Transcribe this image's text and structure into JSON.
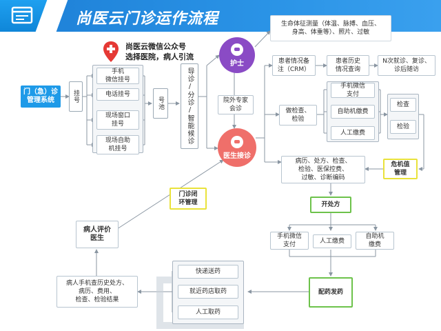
{
  "header": {
    "title": "尚医云门诊运作流程"
  },
  "entry": {
    "label": "门（急）诊\n管理系统"
  },
  "guahao": {
    "label": "挂号"
  },
  "register_methods": [
    {
      "label": "手机\n微信挂号"
    },
    {
      "label": "电话挂号"
    },
    {
      "label": "现场窗口\n挂号"
    },
    {
      "label": "现场自助\n机挂号"
    }
  ],
  "haochi": {
    "label": "号池"
  },
  "triage": {
    "label": "导诊/分诊/智能候诊"
  },
  "wechat": {
    "line1": "尚医云微信公众号",
    "line2": "选择医院，病人引流"
  },
  "nurse": {
    "label": "护士"
  },
  "vitals": {
    "label": "生命体征测量（体温、脉搏、血压、\n身高、体重等）、照片、过敏"
  },
  "expert": {
    "label": "院外专家\n会诊"
  },
  "doctor": {
    "label": "医生接诊"
  },
  "crm": {
    "label": "患者情况备\n注（CRM）"
  },
  "history_query": {
    "label": "患者历史\n情况查询"
  },
  "followup": {
    "label": "N次就诊、复诊、\n诊后随访"
  },
  "exam": {
    "label": "做检查、\n检验"
  },
  "pay_methods": [
    {
      "label": "手机微信\n支付"
    },
    {
      "label": "自助机缴费"
    },
    {
      "label": "人工缴费"
    }
  ],
  "check": {
    "label": "检查"
  },
  "lab": {
    "label": "检验"
  },
  "critical": {
    "label": "危机值\n管理"
  },
  "records": {
    "label": "病历、处方、检查、\n检验、医保控费、\n过敏、诊断编码"
  },
  "prescribe": {
    "label": "开处方"
  },
  "rx_pay": [
    {
      "label": "手机微信\n支付"
    },
    {
      "label": "人工缴费"
    },
    {
      "label": "自助机\n缴费"
    }
  ],
  "dispense": {
    "label": "配药发药"
  },
  "delivery": [
    {
      "label": "快递送药"
    },
    {
      "label": "就近药店取药"
    },
    {
      "label": "人工取药"
    }
  ],
  "patient_view": {
    "label": "病人手机查历史处方、\n病历、费用、\n检查、检验结果"
  },
  "patient_eval": {
    "label": "病人评价\n医生"
  },
  "closed_loop": {
    "label": "门诊闭\n环管理"
  },
  "colors": {
    "brand": "#1e9ae8",
    "nurse": "#8a4bc5",
    "doctor": "#ef6f6a",
    "highlight_yellow": "#e9e23a",
    "highlight_green": "#6cc24a"
  }
}
